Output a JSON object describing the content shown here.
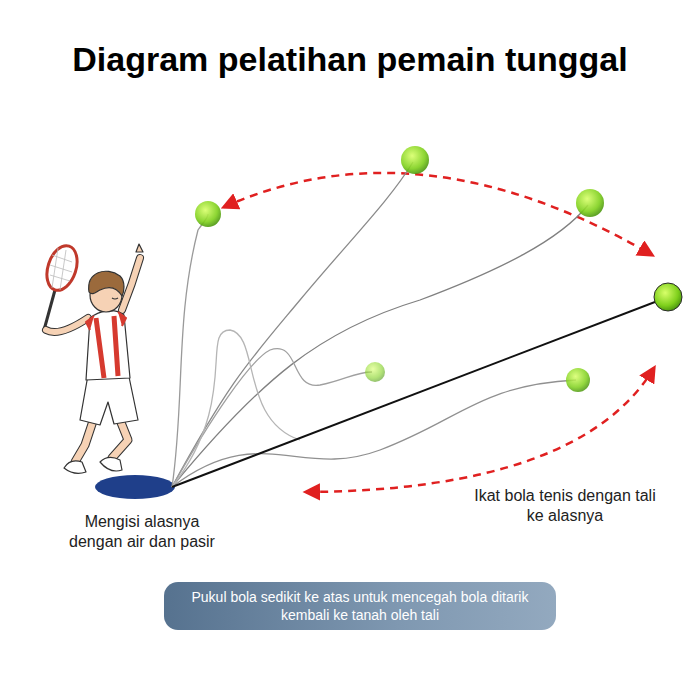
{
  "diagram": {
    "title": "Diagram pelatihan pemain tunggal",
    "nodes": [
      {
        "text": [
          "Pukul bola sedikit ke atas untuk mencegah bola ditarik kembali ke tanah oleh tali"
        ]
      }
    ],
    "labels": [
      "Mengisi alasnya dengan air dan pasir",
      "Ikat bola tenis dengan tali ke alasnya"
    ]
  }
}
